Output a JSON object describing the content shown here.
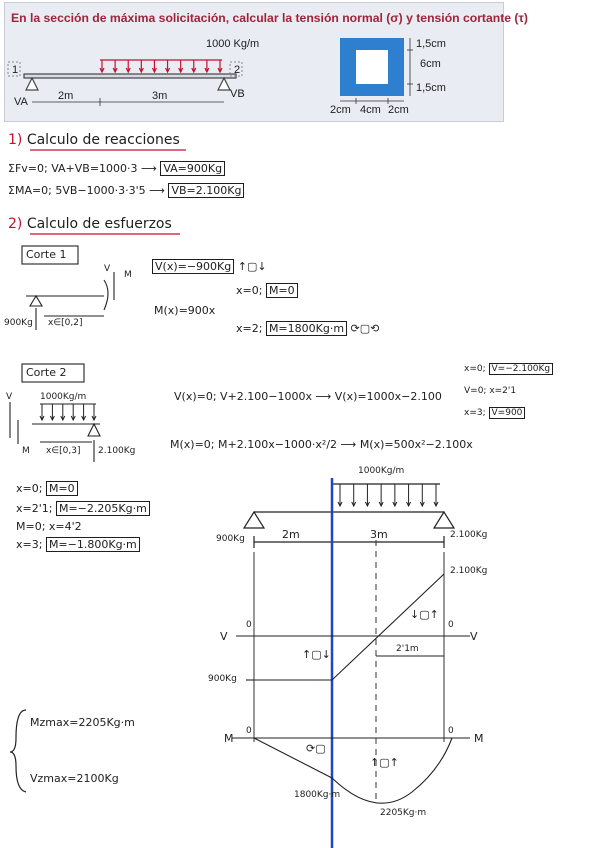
{
  "header": {
    "title": "En la sección de máxima solicitación, calcular la tensión normal (σ) y tensión cortante (τ)",
    "load": "1000 Kg/m",
    "node_1": "1",
    "node_2": "2",
    "span_1": "2m",
    "span_2": "3m",
    "reaction_a": "VA",
    "reaction_b": "VB",
    "section": {
      "flange_top": "1,5cm",
      "flange_bottom": "1,5cm",
      "web_height": "6cm",
      "wall_left": "2cm",
      "inner_width": "4cm",
      "wall_right": "2cm"
    }
  },
  "section1": {
    "number": "1)",
    "title": "Calculo de reacciones",
    "eq1": "ΣFv=0; VA+VB=1000·3",
    "eq1_result": "VA=900Kg",
    "eq2": "ΣMA=0; 5VB−1000·3·3'5",
    "eq2_result": "VB=2.100Kg"
  },
  "section2": {
    "number": "2)",
    "title": "Calculo de esfuerzos",
    "corte1": {
      "label": "Corte 1",
      "v_eq": "V(x)=−900Kg",
      "m_eq": "M(x)=900x",
      "case1_left": "x=0;",
      "case1_box": "M=0",
      "case2_left": "x=2;",
      "case2_box": "M=1800Kg·m",
      "load_label": "900Kg",
      "range": "x∈[0,2]",
      "V": "V",
      "M": "M"
    },
    "corte2": {
      "label": "Corte 2",
      "load": "1000Kg/m",
      "reaction": "2.100Kg",
      "range": "x∈[0,3]",
      "V": "V",
      "M": "M",
      "v_eq": "V(x)=0; V+2.100−1000x",
      "v_result": "V(x)=1000x−2.100",
      "v_case1": "x=0;",
      "v_case1_box": "V=−2.100Kg",
      "v_case2": "V=0; x=2'1",
      "v_case3": "x=3;",
      "v_case3_box": "V=900",
      "m_eq": "M(x)=0; M+2.100x−1000·x²/2",
      "m_result": "M(x)=500x²−2.100x",
      "m_case1": "x=0;",
      "m_case1_box": "M=0",
      "m_case2": "x=2'1;",
      "m_case2_box": "M=−2.205Kg·m",
      "m_case2b": "M=0; x=4'2",
      "m_case3": "x=3;",
      "m_case3_box": "M=−1.800Kg·m"
    }
  },
  "diagram": {
    "load": "1000Kg/m",
    "span_1": "2m",
    "span_2": "3m",
    "ra": "900Kg",
    "rb": "2.100Kg",
    "v_axis": "V",
    "v_max": "2.100Kg",
    "v_min": "900Kg",
    "zero_cross": "2'1m",
    "m_axis": "M",
    "m_at_b": "1800Kg·m",
    "m_min": "2205Kg·m",
    "zero": "0"
  },
  "summary": {
    "mz": "Mzmax=2205Kg·m",
    "vz": "Vzmax=2100Kg"
  }
}
